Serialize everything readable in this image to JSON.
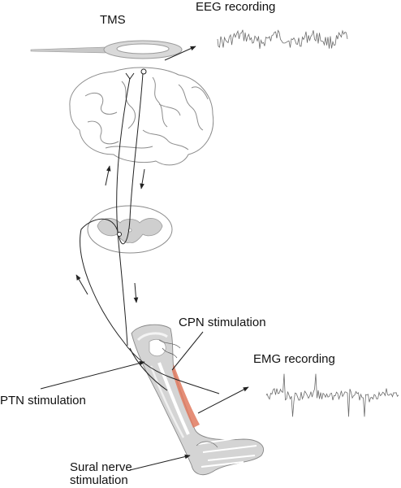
{
  "labels": {
    "tms": "TMS",
    "eeg": "EEG recording",
    "cpn": "CPN stimulation",
    "emg": "EMG recording",
    "ptn": "PTN stimulation",
    "sural_line1": "Sural nerve",
    "sural_line2": "stimulation"
  },
  "colors": {
    "line": "#222222",
    "coil": "#bdbdbd",
    "brain_stroke": "#8c8c8c",
    "gray_matter": "#cfcfcf",
    "muscle": "#e07a5f",
    "trace": "#6b6b6b"
  },
  "icons": [
    "tms-coil-icon",
    "brain-icon",
    "spinal-cord-icon",
    "leg-icon",
    "eeg-trace-icon",
    "emg-trace-icon"
  ]
}
